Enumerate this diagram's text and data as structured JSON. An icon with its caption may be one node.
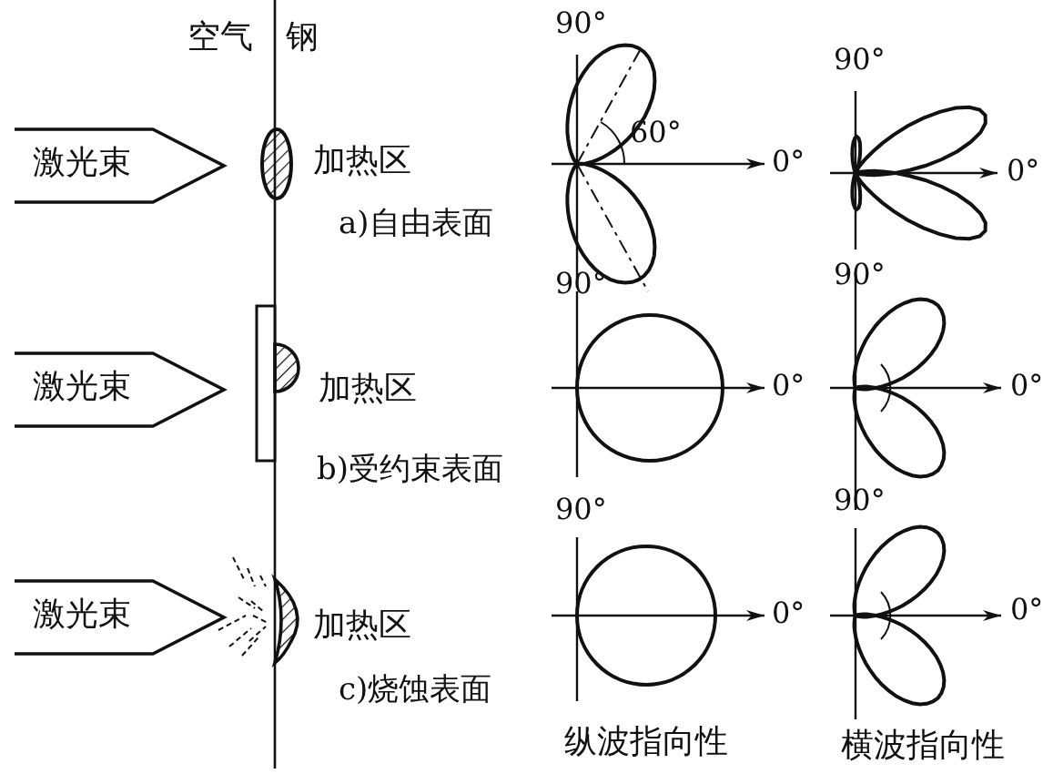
{
  "diagram": {
    "nodes": [
      {
        "text": [
          "激光束"
        ]
      },
      {
        "text": [
          "激光束"
        ]
      },
      {
        "text": [
          "激光束"
        ]
      }
    ],
    "labels": [
      "90°",
      "空气",
      "钢",
      "90°",
      "60°",
      "加热区",
      "0°",
      "0°",
      "a)自由表面",
      "90°",
      "90°",
      "加热区",
      "0°",
      "0°",
      "b)受约束表面",
      "90°",
      "90°",
      "加热区",
      "0°",
      "0°",
      "c)烧蚀表面",
      "纵波指向性",
      "横波指向性"
    ]
  }
}
